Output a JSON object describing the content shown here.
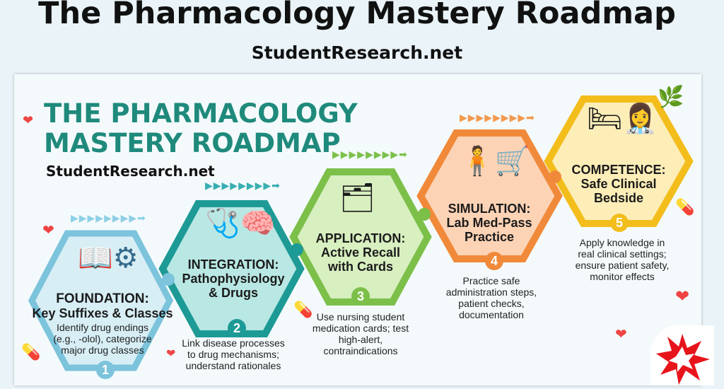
{
  "header": {
    "title": "The Pharmacology Mastery Roadmap",
    "subtitle": "StudentResearch.net"
  },
  "card": {
    "title_line1": "THE PHARMACOLOGY",
    "title_line2": "MASTERY ROADMAP",
    "site": "StudentResearch.net"
  },
  "colors": {
    "foundation": "#7cc3dc",
    "integration": "#1e9a96",
    "application": "#7cc04a",
    "simulation": "#f08a3a",
    "competence": "#f3bd1c",
    "title_teal": "#1f8a7c"
  },
  "steps": [
    {
      "number": "1",
      "title": "FOUNDATION:",
      "subtitle": "Key Suffixes & Classes",
      "description": "Identify drug endings (e.g., -olol), categorize major drug classes",
      "icon": "book-gears-icon"
    },
    {
      "number": "2",
      "title": "INTEGRATION:",
      "subtitle": "Pathophysiology & Drugs",
      "description": "Link disease processes to drug mechanisms; understand rationales",
      "icon": "stethoscope-brain-icon"
    },
    {
      "number": "3",
      "title": "APPLICATION:",
      "subtitle": "Active Recall with Cards",
      "description": "Use nursing student medication cards; test high-alert, contraindications",
      "icon": "flashcards-icon"
    },
    {
      "number": "4",
      "title": "SIMULATION:",
      "subtitle": "Lab Med-Pass Practice",
      "description": "Practice safe administration steps, patient checks, documentation",
      "icon": "mannequin-cart-icon"
    },
    {
      "number": "5",
      "title": "COMPETENCE:",
      "subtitle": "Safe Clinical Bedside",
      "description": "Apply knowledge in real clinical settings; ensure patient safety, monitor effects",
      "icon": "nurse-patient-icon"
    }
  ]
}
